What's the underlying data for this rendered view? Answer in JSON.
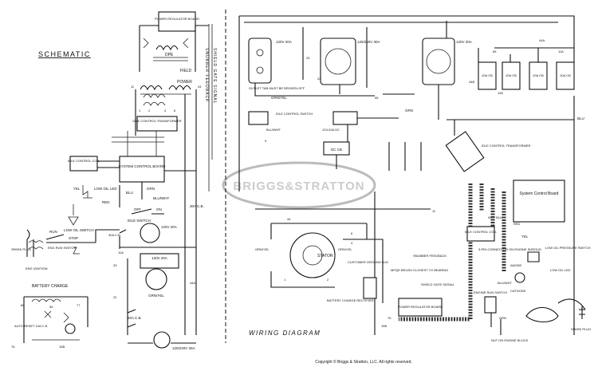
{
  "titles": {
    "schematic": "SCHEMATIC",
    "wiring_diagram": "WIRING DIAGRAM",
    "copyright": "Copyright © Briggs & Stratton, LLC. All rights reserved."
  },
  "watermark": "BRIGGS&STRATTON",
  "schematic": {
    "power_regulator_board": "POWER REGULATOR BOARD",
    "dpe_field": "DPE",
    "field": "FIELD",
    "power": "POWER",
    "idle_control_transformer": "IDLE CONTROL TRANSFORMER",
    "idle_control_coil": "IDLE CONTROL COIL",
    "system_control_board": "SYSTEM CONTROL BOARD",
    "snubber_feedback": "SNUBBER FEEDBACK",
    "shield_gate_signal": "SHIELD GATE SIGNAL",
    "yel": "YEL",
    "low_oil_led": "LOW OIL LED",
    "blu": "BLU",
    "red": "RED",
    "grn": "GRN",
    "blu_wht": "BLU/WHT",
    "off": "OFF",
    "on": "ON",
    "idle_switch": "IDLE SWITCH",
    "low_oil_switch": "LOW OIL SWITCH",
    "run": "RUN",
    "stop": "STOP",
    "eng_run_switch": "ENG RUN SWITCH",
    "spark_plug": "SPARK PLUG",
    "eng_ignition": "ENG IGNITION",
    "battery_charge": "BATTERY CHARGE",
    "auto_reset": "AUTO RESET 10A C.B.",
    "cb_20a": "20A C.B.",
    "cb_30a": "30A C.B.",
    "cb_30a_b": "30A C.B.",
    "outlet_120v_20a": "120V 20A",
    "outlet_120v_20a_b": "120V 20A",
    "outlet_120_240v": "120/240V 30A",
    "grn_yel": "GRN/YEL",
    "n_11": "11",
    "n_11a": "11A",
    "n_1": "1",
    "n_2": "2",
    "n_4": "4",
    "n_22": "22",
    "n_33": "33",
    "n_44": "44",
    "n_44a": "44A",
    "n_6": "6",
    "n_77": "77",
    "n_55": "55",
    "n_66": "66",
    "n_15b": "15B",
    "n_76": "76"
  },
  "wiring": {
    "cb_a": "120V 20A",
    "cb_b": "120V 20A",
    "outlet_125_250": "125/250V 30A",
    "outlet_120_20": "120V 20A",
    "outlet_note": "OUTLET TAB MUST BE BROKEN OFF",
    "grn_yel": "GRN/YEL",
    "idle_control_switch": "IDLE CONTROL SWITCH",
    "blu_wht": "BLU/WHT",
    "dc_12v": "12V/10A DC",
    "dc_cb": "DC CB",
    "idle_control_transformer": "IDLE CONTROL TRANSFORMER",
    "system_control_board": "System Control Board",
    "stator": "STATOR",
    "grn_yel_stator": "GRN/YEL",
    "grn_yel_stator_b": "GRN/YEL",
    "customer_ground_lug": "CUSTOMER GROUND LUG",
    "battery_charge_rectifier": "BATTERY CHARGE RECTIFIER",
    "snubber_feedback": "SNUBBER FEEDBACK",
    "mpqe_brush": "MPQE BRUSH CLOSEST TO BEARING",
    "shield_gate_signal": "SHIELD GATE SIGNAL",
    "power_regulator_board": "POWER REGULATOR BOARD",
    "connector_3pin": "3-PIN CONNECTOR ON ENGINE SHROUD",
    "idle_control_coil": "IDLE CONTROL COIL",
    "low_oil_pressure_switch": "LOW OIL PRESSURE SWITCH",
    "anode": "ANODE",
    "cathode": "CATHODE",
    "low_oil_led": "LOW OIL LED",
    "engine_run_switch": "ENGINE RUN SWITCH",
    "nut_on_engine_block": "NUT ON ENGINE BLOCK",
    "spark_plug": "SPARK PLUG",
    "grn": "GRN",
    "yel": "YEL",
    "red": "RED",
    "blu": "BLU",
    "wht_blu": "WHT BLU",
    "blu_wht_b": "BLU/WHT",
    "cb_20a_a": "20A CB",
    "cb_20a_b": "20A CB",
    "cb_20a_c": "20A CB",
    "cb_20a_d": "20A CB",
    "n_44a": "44A",
    "n_11a": "11A",
    "n_44b": "44B",
    "n_11b": "11B",
    "n_33": "33",
    "n_22": "22",
    "n_66": "66",
    "n_55": "55",
    "n_1": "1",
    "n_2": "2",
    "n_4": "4",
    "n_6": "6",
    "n_11": "11",
    "n_44": "44",
    "n_76": "76",
    "n_15b": "15B",
    "n_9": "9"
  }
}
